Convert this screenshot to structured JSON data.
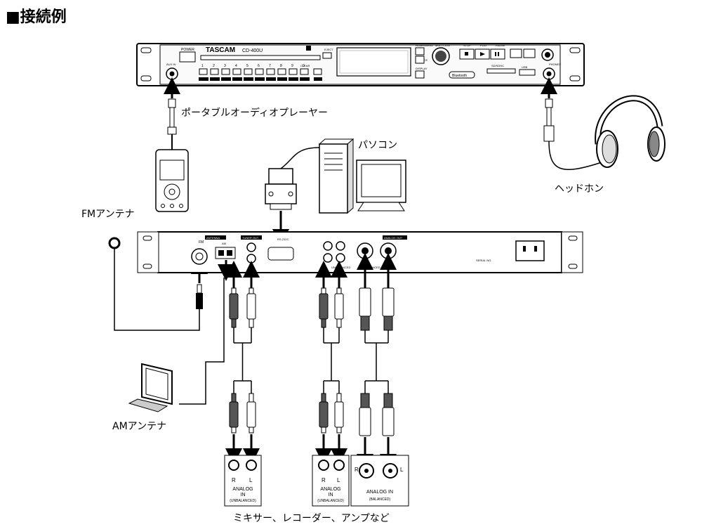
{
  "page": {
    "title": "■接続例"
  },
  "device_front": {
    "brand": "TASCAM",
    "model": "CD-400U",
    "power": "POWER",
    "aux_in": "AUX IN",
    "phones": "PHONES",
    "eject": "EJECT",
    "clear": "CLEAR",
    "shift": "SHIFT",
    "source": "SOURCE",
    "display": "DISPLAY",
    "home_menu": "HOME/MENU",
    "multi_jog": "MULTI JOG",
    "stop": "STOP",
    "play": "PLAY",
    "pause": "PAUSE",
    "bluetooth": "Bluetooth",
    "sd_sdhc": "SD/SDHC",
    "usb": "USB",
    "number_keys": [
      "1",
      "2",
      "3",
      "4",
      "5",
      "6",
      "7",
      "8",
      "9",
      "0"
    ]
  },
  "device_rear": {
    "antenna": "ANTENNA",
    "fm": "FM",
    "am": "AM",
    "tuner_out": "TUNER OUT",
    "rs232c": "RS-232C",
    "unbalanced": "UNBALANCED",
    "balanced": "BALANCED",
    "analog_out": "ANALOG OUT",
    "serial_no": "SERIAL NO."
  },
  "labels": {
    "portable_player": "ポータブルオーディオプレーヤー",
    "pc": "パソコン",
    "headphones": "ヘッドホン",
    "fm_antenna": "FMアンテナ",
    "am_antenna": "AMアンテナ",
    "bottom_caption": "ミキサー、レコーダー、アンプなど"
  },
  "inputs": [
    {
      "r": "R",
      "l": "L",
      "title": "ANALOG",
      "title2": "IN",
      "sub": "(UNBALANCED)"
    },
    {
      "r": "R",
      "l": "L",
      "title": "ANALOG",
      "title2": "IN",
      "sub": "(UNBALANCED)"
    },
    {
      "r": "R",
      "l": "L",
      "title": "ANALOG IN",
      "title2": "",
      "sub": "(BALANCED)"
    }
  ]
}
